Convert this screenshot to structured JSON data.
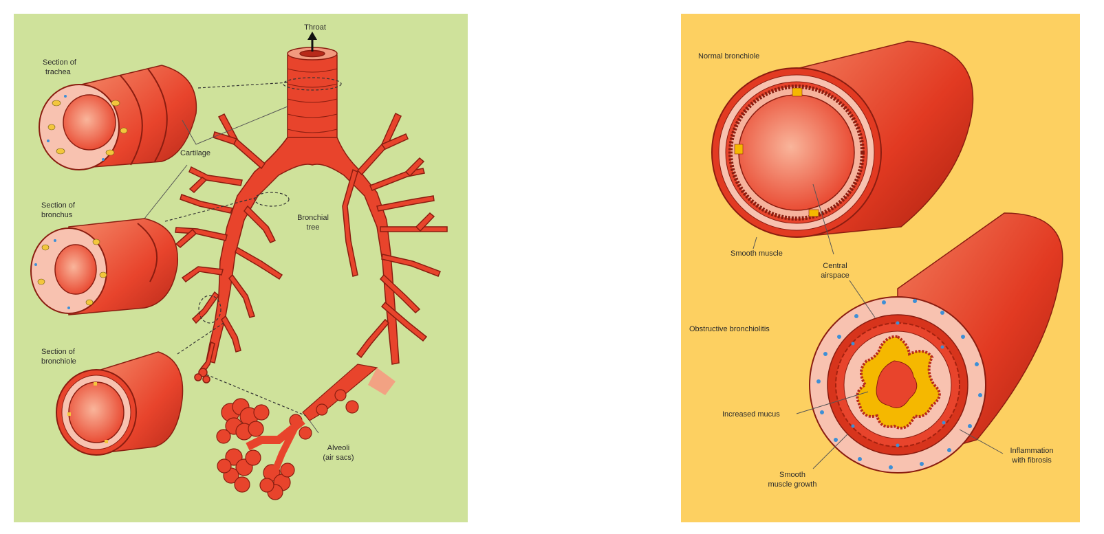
{
  "left_panel": {
    "background": "#cfe29b",
    "labels": {
      "throat": "Throat",
      "section_trachea_1": "Section of",
      "section_trachea_2": "trachea",
      "cartilage": "Cartilage",
      "section_bronchus_1": "Section of",
      "section_bronchus_2": "bronchus",
      "bronchial_tree_1": "Bronchial",
      "bronchial_tree_2": "tree",
      "section_bronchiole_1": "Section of",
      "section_bronchiole_2": "bronchiole",
      "alveoli_1": "Alveoli",
      "alveoli_2": "(air sacs)"
    }
  },
  "right_panel": {
    "background": "#fdd061",
    "labels": {
      "normal_bronchiole": "Normal bronchiole",
      "smooth_muscle": "Smooth muscle",
      "central_airspace_1": "Central",
      "central_airspace_2": "airspace",
      "obstructive_bronchiolitis": "Obstructive bronchiolitis",
      "increased_mucus": "Increased mucus",
      "smooth_muscle_growth_1": "Smooth",
      "smooth_muscle_growth_2": "muscle growth",
      "inflammation_1": "Inflammation",
      "inflammation_2": "with fibrosis"
    }
  },
  "colors": {
    "tissue": "#e8442c",
    "tissue_dark": "#b82a1a",
    "tissue_light": "#f6a187",
    "mucus": "#f5b800",
    "cell_blue": "#3d8fd6"
  }
}
